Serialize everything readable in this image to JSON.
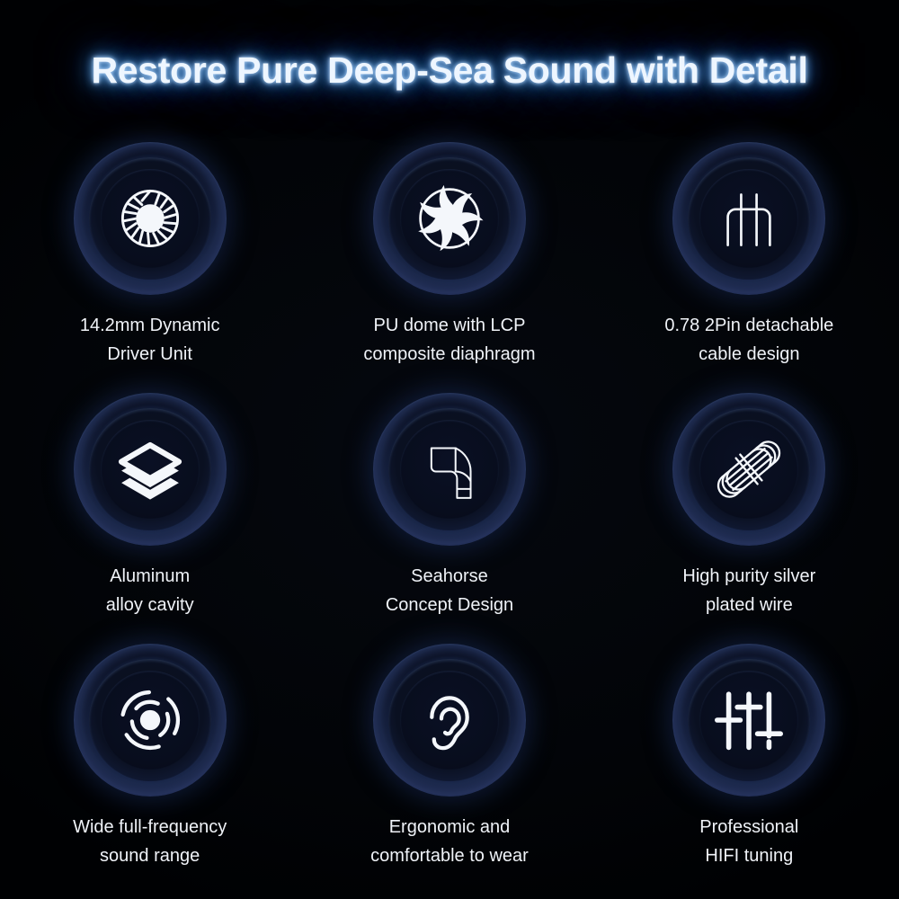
{
  "page": {
    "background_color": "#030508",
    "accent_glow_color": "#7fc0ff",
    "badge_ring_color": "#24315a",
    "icon_color": "#f4f7fb",
    "text_color": "#f0f3f8"
  },
  "header": {
    "title": "Restore Pure Deep-Sea Sound with Detail"
  },
  "features": [
    {
      "icon": "aperture-driver-icon",
      "line1": "14.2mm Dynamic",
      "line2": "Driver Unit"
    },
    {
      "icon": "swirl-diaphragm-icon",
      "line1": "PU dome with LCP",
      "line2": "composite diaphragm"
    },
    {
      "icon": "two-pin-connector-icon",
      "line1": "0.78 2Pin detachable",
      "line2": "cable design"
    },
    {
      "icon": "layers-icon",
      "line1": "Aluminum",
      "line2": "alloy cavity"
    },
    {
      "icon": "earphone-shell-icon",
      "line1": "Seahorse",
      "line2": "Concept Design"
    },
    {
      "icon": "braided-cable-icon",
      "line1": "High purity silver",
      "line2": "plated wire"
    },
    {
      "icon": "concentric-waves-icon",
      "line1": "Wide full-frequency",
      "line2": "sound range"
    },
    {
      "icon": "ear-icon",
      "line1": "Ergonomic and",
      "line2": "comfortable to wear"
    },
    {
      "icon": "equalizer-sliders-icon",
      "line1": "Professional",
      "line2": "HIFI tuning"
    }
  ]
}
